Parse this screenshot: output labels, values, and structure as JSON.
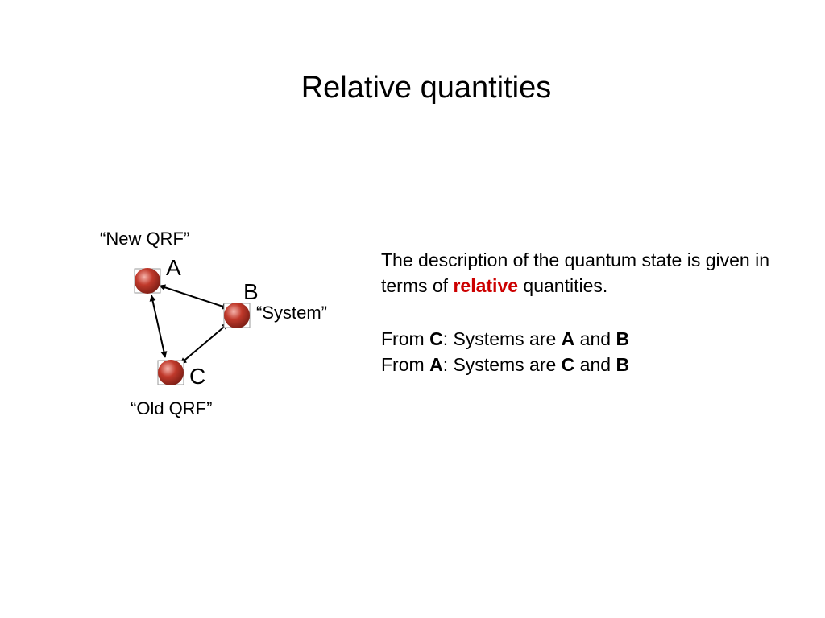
{
  "title": "Relative quantities",
  "diagram": {
    "nodes": [
      {
        "id": "A",
        "label": "A",
        "role": "“New QRF”"
      },
      {
        "id": "B",
        "label": "B",
        "role": "“System”"
      },
      {
        "id": "C",
        "label": "C",
        "role": "“Old QRF”"
      }
    ],
    "node_color": "#c0392b",
    "edges": [
      {
        "from": "A",
        "to": "B"
      },
      {
        "from": "A",
        "to": "C"
      },
      {
        "from": "C",
        "to": "B"
      }
    ]
  },
  "description": {
    "line1_pre": "The description of the quantum state is given in terms of ",
    "line1_highlight": "relative",
    "line1_post": " quantities.",
    "highlight_color": "#cc0000",
    "from_c": {
      "prefix": "From ",
      "frame": "C",
      "middle": ": Systems are ",
      "sys1": "A",
      "conj": " and ",
      "sys2": "B"
    },
    "from_a": {
      "prefix": "From ",
      "frame": "A",
      "middle": ": Systems are ",
      "sys1": "C",
      "conj": " and ",
      "sys2": "B"
    }
  }
}
